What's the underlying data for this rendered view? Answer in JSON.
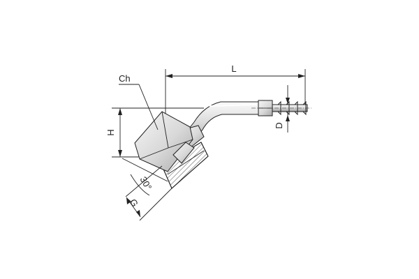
{
  "diagram": {
    "labels": {
      "ch": "Ch",
      "l": "L",
      "h": "H",
      "d": "D",
      "g": "G",
      "angle": "30°"
    }
  },
  "colors": {
    "line": "#222222",
    "metal_light": "#f2f2f2",
    "metal_mid": "#d6d6d6",
    "metal_dark": "#9a9a9a",
    "hatch": "#555555"
  }
}
